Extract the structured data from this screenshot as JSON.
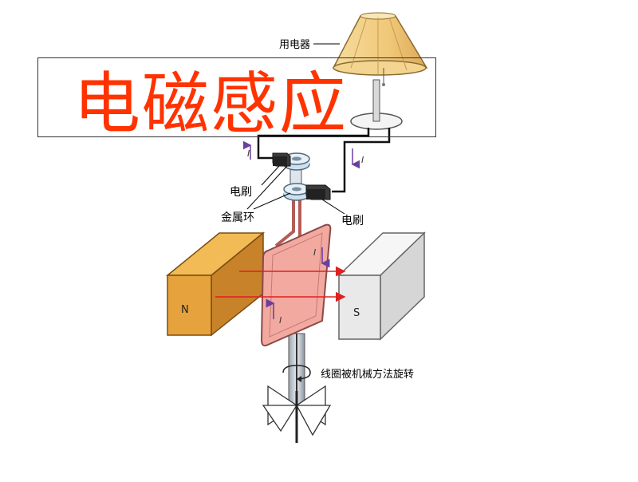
{
  "title": "电磁感应",
  "labels": {
    "appliance": "用电器",
    "brush_left": "电刷",
    "brush_right": "电刷",
    "slip_rings": "金属环",
    "rotation": "线圈被机械方法旋转",
    "north": "N",
    "south": "S",
    "current_symbol": "I"
  },
  "colors": {
    "title": "#ff3300",
    "magnet_n": "#e6a23c",
    "magnet_s": "#e9e9e9",
    "coil": "#f2a9a0",
    "field_line": "#e02020",
    "current_arrow": "#6a3fa0",
    "lampshade": "#f2cf88"
  }
}
